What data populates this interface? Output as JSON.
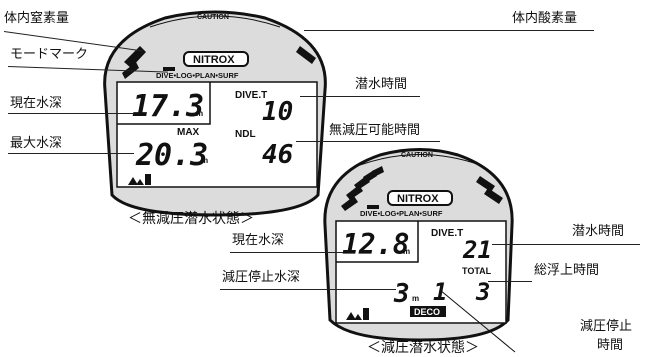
{
  "labels": {
    "nitrogen": "体内窒素量",
    "oxygen": "体内酸素量",
    "mode_mark": "モードマーク",
    "current_depth_1": "現在水深",
    "dive_time_1": "潜水時間",
    "max_depth": "最大水深",
    "ndl_time": "無減圧可能時間",
    "current_depth_2": "現在水深",
    "dive_time_2": "潜水時間",
    "total_ascent": "総浮上時間",
    "deco_stop_depth": "減圧停止水深",
    "deco_stop_time_line1": "減圧停止",
    "deco_stop_time_line2": "時間"
  },
  "captions": {
    "no_deco": "＜無減圧潜水状態＞",
    "deco": "＜減圧潜水状態＞"
  },
  "display1": {
    "caution": "CAUTION",
    "nitrox": "NITROX",
    "modes": "DIVE•LOG•PLAN•SURF",
    "depth": "17.3",
    "depth_unit": "m",
    "dive_t_label": "DIVE.T",
    "dive_time": "10",
    "max_label": "MAX",
    "max_depth": "20.3",
    "max_unit": "m",
    "ndl_label": "NDL",
    "ndl": "46"
  },
  "display2": {
    "caution": "CAUTION",
    "nitrox": "NITROX",
    "modes": "DIVE•LOG•PLAN•SURF",
    "depth": "12.8",
    "depth_unit": "m",
    "dive_t_label": "DIVE.T",
    "dive_time": "21",
    "total_label": "TOTAL",
    "total": "3",
    "stop_depth": "3",
    "stop_unit": "m",
    "stop_time": "1",
    "deco_badge": "DECO"
  },
  "colors": {
    "ink": "#111111",
    "paper": "#ffffff",
    "bezel": "#dcdcdc"
  }
}
